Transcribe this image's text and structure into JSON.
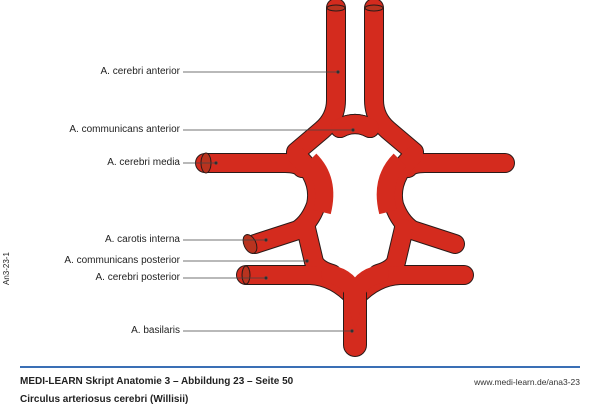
{
  "figure": {
    "labels": [
      "A. cerebri anterior",
      "A. communicans anterior",
      "A. cerebri media",
      "A. carotis interna",
      "A. communicans posterior",
      "A. cerebri posterior",
      "A. basilaris"
    ],
    "side_code": "An3-23-1",
    "vessel_color": "#d42b1e",
    "accent_color": "#3a6fb5"
  },
  "footer": {
    "title": "MEDI-LEARN Skript Anatomie 3 – Abbildung 23 – Seite 50",
    "subtitle": "Circulus arteriosus cerebri (Willisii)",
    "url": "www.medi-learn.de/ana3-23"
  }
}
